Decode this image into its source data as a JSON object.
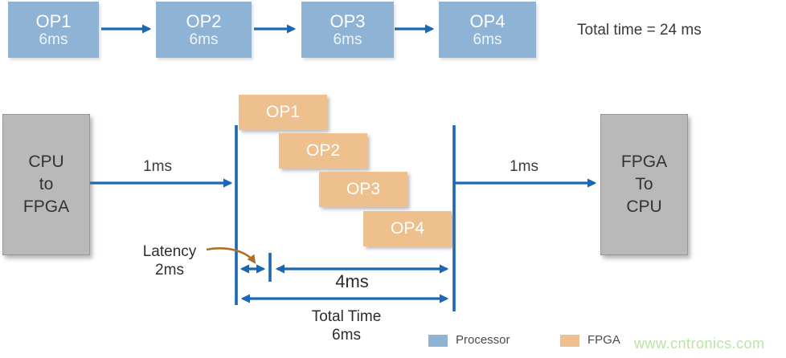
{
  "colors": {
    "processor_blue": "#8fb3d4",
    "fpga_orange": "#eec08d",
    "arrow_blue": "#1b67b3",
    "gray_box": "#b9b9b9",
    "annotation_brown": "#b06f28",
    "watermark_green": "#b9e5a3",
    "text_dark": "#3a3a3a"
  },
  "sequential": {
    "ops": [
      {
        "label": "OP1",
        "time": "6ms"
      },
      {
        "label": "OP2",
        "time": "6ms"
      },
      {
        "label": "OP3",
        "time": "6ms"
      },
      {
        "label": "OP4",
        "time": "6ms"
      }
    ],
    "total_label": "Total time = 24 ms"
  },
  "pipeline": {
    "left_box": {
      "line1": "CPU",
      "line2": "to",
      "line3": "FPGA"
    },
    "right_box": {
      "line1": "FPGA",
      "line2": "To",
      "line3": "CPU"
    },
    "transfer_in_label": "1ms",
    "transfer_out_label": "1ms",
    "ops": [
      "OP1",
      "OP2",
      "OP3",
      "OP4"
    ],
    "latency_line1": "Latency",
    "latency_line2": "2ms",
    "span_label": "4ms",
    "total_line1": "Total Time",
    "total_line2": "6ms"
  },
  "legend": {
    "processor_label": "Processor",
    "fpga_label": "FPGA"
  },
  "watermark": "www.cntronics.com"
}
